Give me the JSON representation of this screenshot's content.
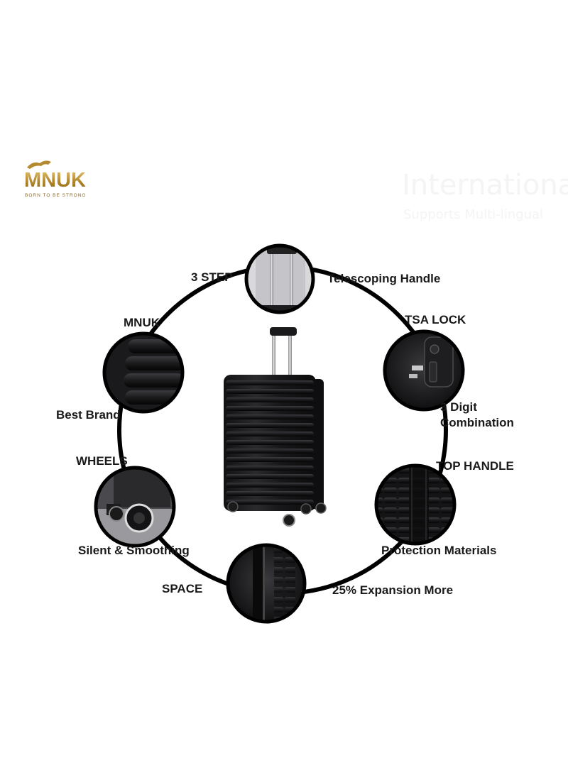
{
  "brand": {
    "logo_text": "MNUK",
    "tagline": "BORN TO BE STRONG",
    "gold": "#b58a2e"
  },
  "watermark": {
    "line1": "International",
    "line2": "Supports Multi-lingual"
  },
  "features": [
    {
      "icon": "telescoping-handle-photo",
      "left_label": "3 STEP",
      "right_label": "Telescoping Handle"
    },
    {
      "icon": "tsa-lock-photo",
      "top_label": "TSA LOCK",
      "bottom_label_line1": "3 Digit",
      "bottom_label_line2": "Combination"
    },
    {
      "icon": "top-handle-photo",
      "top_label": "TOP HANDLE",
      "bottom_label": "Protection Materials"
    },
    {
      "icon": "expansion-zipper-photo",
      "left_label": "SPACE",
      "right_label": "25% Expansion More"
    },
    {
      "icon": "spinner-wheel-photo",
      "top_label": "WHEELS",
      "bottom_label": "Silent & Smoothing"
    },
    {
      "icon": "shell-ribs-photo",
      "top_label": "MNUK",
      "bottom_label": "Best Brand"
    }
  ],
  "colors": {
    "ring": "#000000",
    "luggage": "#1b1b1d",
    "text": "#1a1a1a"
  }
}
